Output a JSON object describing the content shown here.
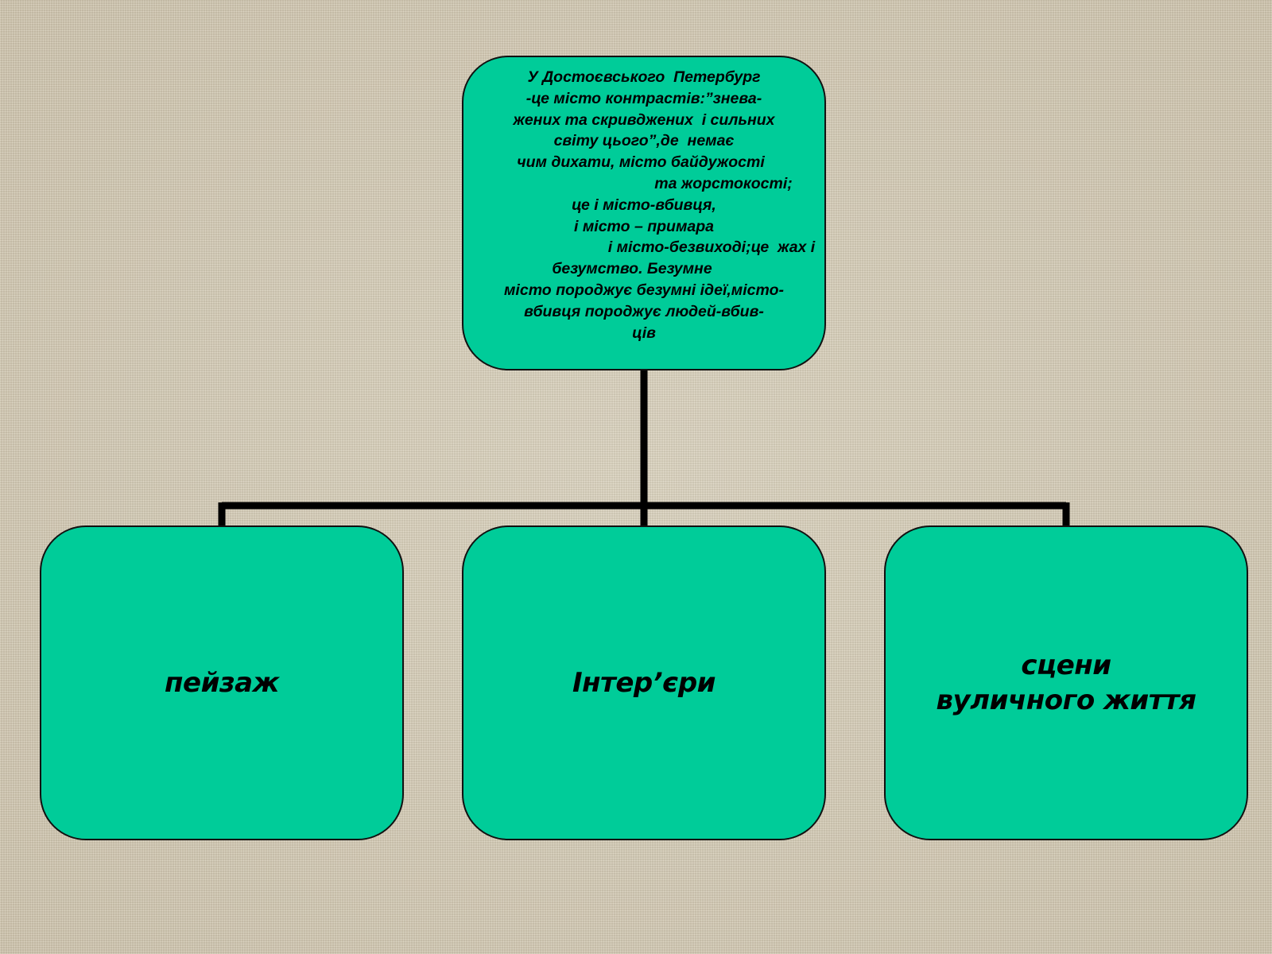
{
  "root": {
    "lines": [
      "У Достоєвського  Петербург",
      "-це місто контрастів:”знева-",
      "жених та скривджених  і сильних",
      "світу цього”,де  немає",
      "чим дихати, місто байдужості",
      "та жорстокості;",
      "це і місто-вбивця,",
      "і місто – примара",
      "і місто-безвиході;це  жах і",
      "безумство. Безумне",
      "місто породжує безумні ідеї,місто-",
      "вбивця породжує людей-вбив-",
      "ців"
    ]
  },
  "children": [
    {
      "label": "пейзаж"
    },
    {
      "label": "Інтер’єри"
    },
    {
      "label": "сцени\nвуличного життя"
    }
  ],
  "colors": {
    "node_fill": "#00cc99",
    "connector": "#000000",
    "background": "#d6cdb8"
  }
}
